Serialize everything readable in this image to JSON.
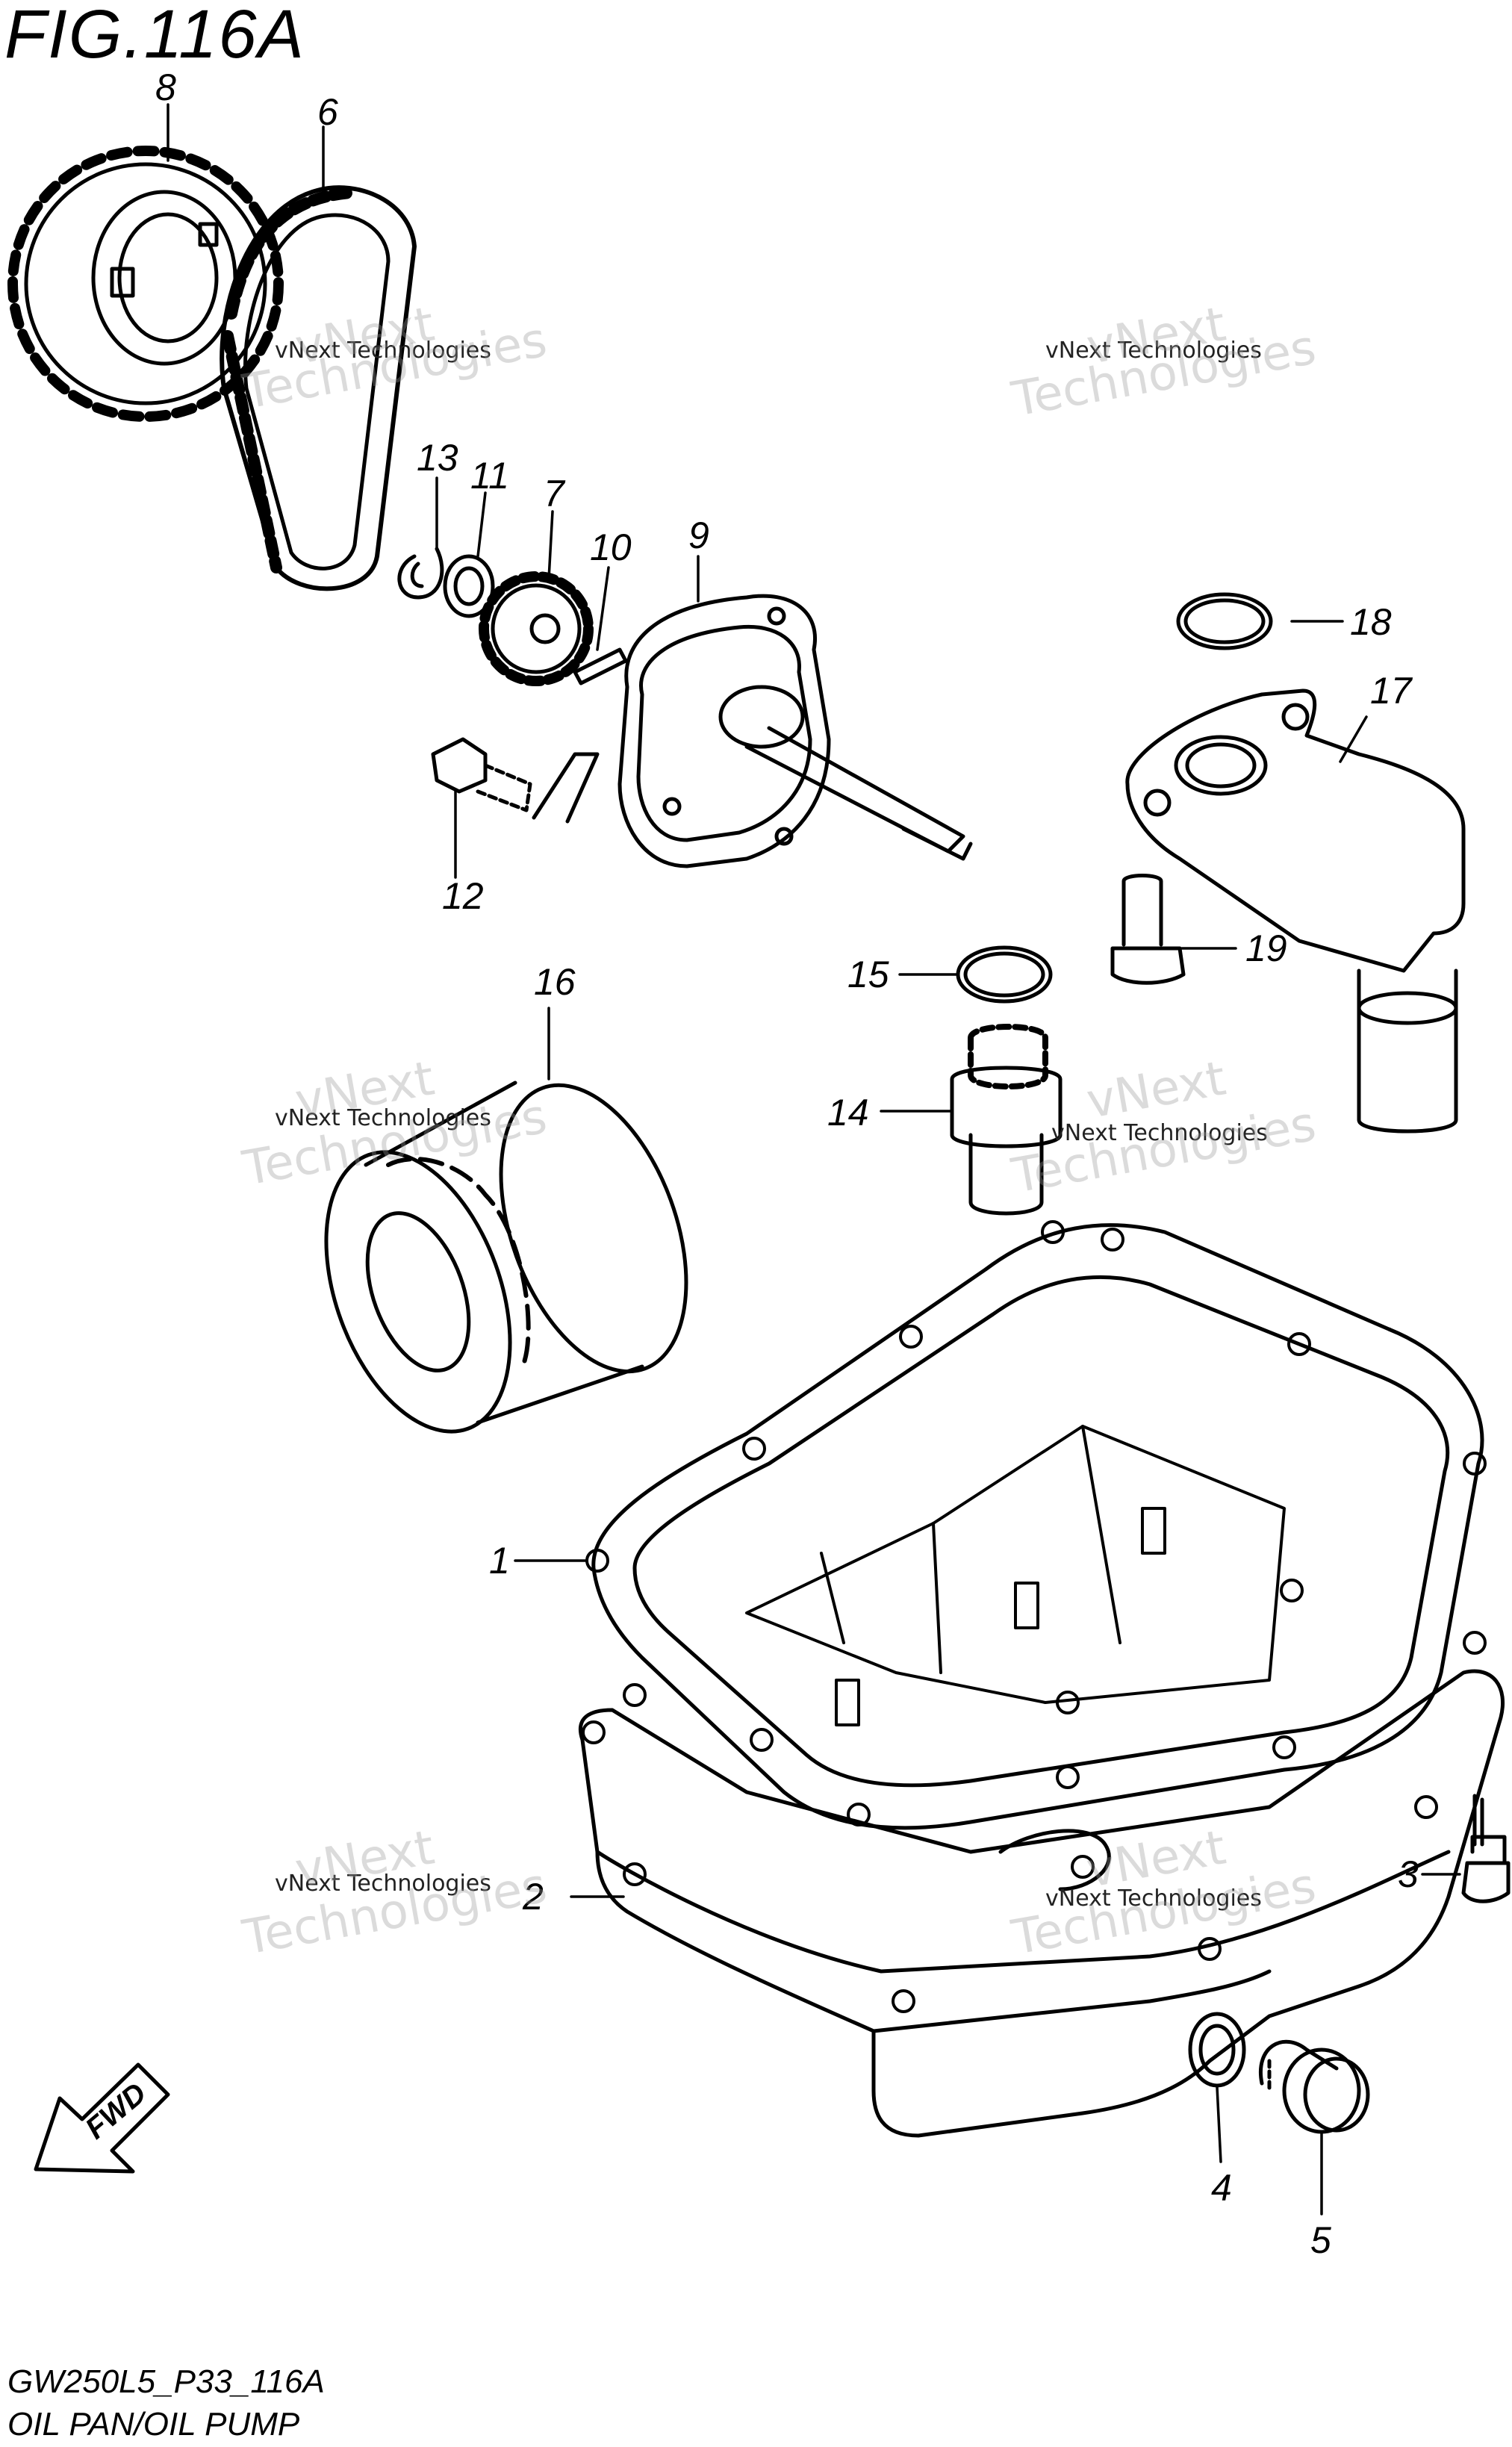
{
  "figure": {
    "title": "FIG.116A",
    "code": "GW250L5_P33_116A",
    "subtitle": "OIL PAN/OIL PUMP"
  },
  "direction_label": "FWD",
  "watermark": {
    "line1": "vNext Technologies",
    "line2": "vNext",
    "line3": "Technologies"
  },
  "callouts": [
    {
      "id": "c1",
      "text": "1"
    },
    {
      "id": "c2",
      "text": "2"
    },
    {
      "id": "c3",
      "text": "3"
    },
    {
      "id": "c4",
      "text": "4"
    },
    {
      "id": "c5",
      "text": "5"
    },
    {
      "id": "c6",
      "text": "6"
    },
    {
      "id": "c7",
      "text": "7"
    },
    {
      "id": "c8",
      "text": "8"
    },
    {
      "id": "c9",
      "text": "9"
    },
    {
      "id": "c10",
      "text": "10"
    },
    {
      "id": "c11",
      "text": "11"
    },
    {
      "id": "c12",
      "text": "12"
    },
    {
      "id": "c13",
      "text": "13"
    },
    {
      "id": "c14",
      "text": "14"
    },
    {
      "id": "c15",
      "text": "15"
    },
    {
      "id": "c16",
      "text": "16"
    },
    {
      "id": "c17",
      "text": "17"
    },
    {
      "id": "c18",
      "text": "18"
    },
    {
      "id": "c19",
      "text": "19"
    }
  ]
}
